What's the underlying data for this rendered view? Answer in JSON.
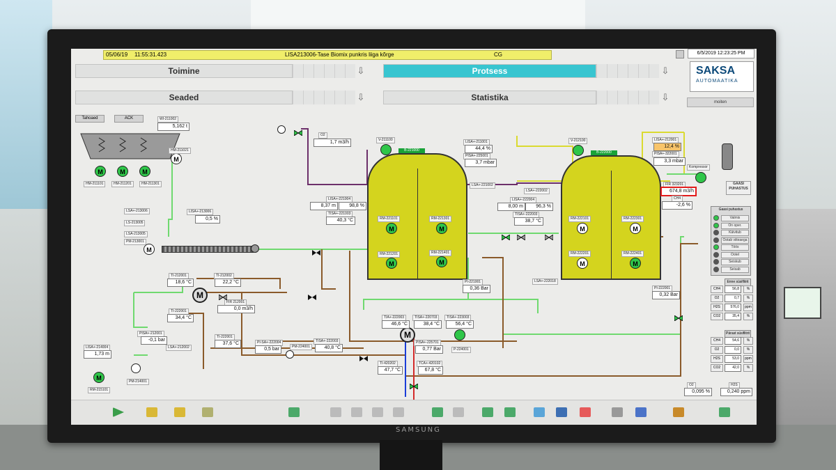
{
  "titlebar": {
    "date": "05/06/19",
    "time": "11:55:31.423",
    "alarm": "LISA213006-Tase Biomix punkris liiga kõrge",
    "ack": "CG",
    "clock": "6/5/2019 12:23:25 PM"
  },
  "nav": {
    "toimine": "Toimine",
    "protsess": "Protsess",
    "seaded": "Seaded",
    "statistika": "Statistika"
  },
  "logo": {
    "line1": "SAKSA",
    "line2": "AUTOMAATIKA"
  },
  "user": "moiten",
  "tabs": {
    "tab1": "Tahoaed",
    "tab2": "ACK"
  },
  "feed": {
    "wi_tag": "WI-211002",
    "wi_val": "5,162",
    "wi_unit": "t",
    "hm_tag": "HM-211021",
    "m1_tag": "HM-211101",
    "m2_tag": "HM-211201",
    "m3_tag": "HM-211301",
    "lsa1": "LSA+-213006",
    "lsa2": "LS-213005",
    "lsa3": "LSA-213005",
    "pm_tag": "PM-213001",
    "lisa_tag": "LISA+-213006",
    "lisa_val": "0,5",
    "lisa_unit": "%"
  },
  "o2": {
    "tag": "O2",
    "val": "1,7",
    "unit": "m3/h"
  },
  "tank1": {
    "lisa_tag": "LISA+-221004",
    "lisa_m": "8,37",
    "lisa_m_unit": "m",
    "lisa_pct": "98,8",
    "lisa_pct_unit": "%",
    "tisa_tag": "TISA+-221003",
    "tisa_val": "40,3",
    "tisa_unit": "°C",
    "pi_tag": "PI-221001",
    "pi_val": "0,36",
    "pi_unit": "Bar",
    "top_tag": "B-221000",
    "pump_tag": "V-211100",
    "rm1": "RM-221101",
    "rm2": "RM-221201",
    "rm3": "RM-221301",
    "rm4": "RM-221401",
    "lisa2_tag": "LISA+-211001",
    "lisa2_val": "44,4",
    "lisa2_unit": "%",
    "pisa_tag": "PISA+-225001",
    "pisa_val": "3,7",
    "pisa_unit": "mbar",
    "lsa_tag": "LSA+-221002"
  },
  "tank2": {
    "lisa_tag": "LISA+-222004",
    "lisa_m": "8,00",
    "lisa_m_unit": "m",
    "lisa_pct": "96,3",
    "lisa_pct_unit": "%",
    "tisa_tag": "TISA+-222003",
    "tisa_val": "38,7",
    "tisa_unit": "°C",
    "pi_tag": "PI-222001",
    "pi_val": "0,32",
    "pi_unit": "Bar",
    "top_tag": "B-222000",
    "pump_tag": "V-212100",
    "rm1": "RM-222101",
    "rm2": "RM-222201",
    "rm3": "RM-222301",
    "rm4": "RM-222401",
    "lisa2_tag": "LISA+-212001",
    "lisa2_val": "12,4",
    "lisa2_unit": "%",
    "pisa_tag": "PISA+-322001",
    "pisa_val": "3,3",
    "pisa_unit": "mbar",
    "lsa_tag": "LSA+-222002",
    "lsa3_tag": "LSA+-222018"
  },
  "gas": {
    "kompressor": "Kompressor",
    "fir_tag": "FIR 323201",
    "fir_val": "674,8",
    "fir_unit": "m3/h",
    "ch4_tag": "CH4",
    "ch4_val": "-2,6",
    "ch4_unit": "%",
    "puhastus": "GAASI PUHASTUS"
  },
  "heating": {
    "ti1_tag": "TI-212001",
    "ti1_val": "18,6",
    "ti1_unit": "°C",
    "ti2_tag": "TI-212002",
    "ti2_val": "22,2",
    "ti2_unit": "°C",
    "fir_tag": "FIR 212001",
    "fir_val": "0,0",
    "fir_unit": "m3/h",
    "ti3_tag": "TI-222001",
    "ti3_val": "34,4",
    "ti3_unit": "°C",
    "pisa1_tag": "PISA+-212001",
    "pisa1_val": "-0,1",
    "pisa1_unit": "bar",
    "ti4_tag": "TI-222001",
    "ti4_val": "37,6",
    "ti4_unit": "°C",
    "pisa2_tag": "PI-SA+-222004",
    "pisa2_val": "0,5",
    "pisa2_unit": "bar",
    "pm_tag": "PM-224001",
    "tisa1_tag": "TISA+-222003",
    "tisa1_val": "40,8",
    "tisa1_unit": "°C",
    "tia_tag": "TIA+-222003",
    "tia_val": "46,6",
    "tia_unit": "°C",
    "tisa2_tag": "TISA+-220703",
    "tisa2_val": "38,4",
    "tisa2_unit": "°C",
    "tisa3_tag": "TISA+-223003",
    "tisa3_val": "56,4",
    "tisa3_unit": "°C",
    "pisa3_tag": "PISA+-225701",
    "pisa3_val": "0,77",
    "pisa3_unit": "Bar",
    "p_tag": "P-224001",
    "ti5_tag": "TI-420202",
    "ti5_val": "47,7",
    "ti5_unit": "°C",
    "tca_tag": "TCA+-420102",
    "tca_val": "67,8",
    "tca_unit": "°C",
    "lsa_tag": "LSA+-212002"
  },
  "sump": {
    "lisa_tag": "LISA+-214004",
    "lisa_val": "1,73",
    "lisa_unit": "m",
    "rm_tag": "RM-215101",
    "pm_tag": "PM-214001"
  },
  "side": {
    "title": "Gaasi puhastus",
    "items": [
      {
        "label": "Valmis",
        "on": true
      },
      {
        "label": "On oper.",
        "on": true
      },
      {
        "label": "Käivitub",
        "on": false
      },
      {
        "label": "Ootab viiteaega",
        "on": false
      },
      {
        "label": "Töös",
        "on": true
      },
      {
        "label": "Ootel",
        "on": false
      },
      {
        "label": "Seiskub",
        "on": false
      },
      {
        "label": "Seisab",
        "on": false
      }
    ],
    "in_title": "Enne süsiflitrit",
    "in_rows": [
      {
        "k": "CH4",
        "v": "56,8",
        "u": "%"
      },
      {
        "k": "O2",
        "v": "0,7",
        "u": "%"
      },
      {
        "k": "H2S",
        "v": "576,0",
        "u": "ppm"
      },
      {
        "k": "CO2",
        "v": "35,4",
        "u": "%"
      }
    ],
    "out_title": "Pärast süsiflitrit",
    "out_rows": [
      {
        "k": "CH4",
        "v": "54,6",
        "u": "%"
      },
      {
        "k": "O2",
        "v": "0,0",
        "u": "%"
      },
      {
        "k": "H2S",
        "v": "53,0",
        "u": "ppm"
      },
      {
        "k": "CO2",
        "v": "42,0",
        "u": "%"
      }
    ],
    "o2_tag": "O2",
    "o2_val": "0,095",
    "o2_unit": "%",
    "h2s_tag": "H2S",
    "h2s_val": "0,240",
    "h2s_unit": "ppm"
  },
  "brand": "SAMSUNG"
}
